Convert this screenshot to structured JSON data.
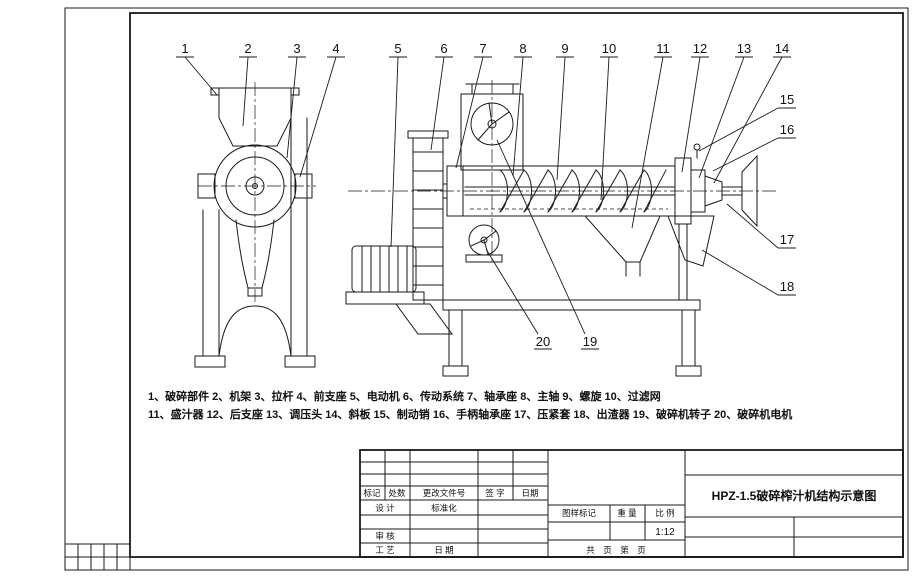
{
  "callouts": [
    "1",
    "2",
    "3",
    "4",
    "5",
    "6",
    "7",
    "8",
    "9",
    "10",
    "11",
    "12",
    "13",
    "14",
    "15",
    "16",
    "17",
    "18",
    "19",
    "20"
  ],
  "parts_list": {
    "line1": "1、破碎部件  2、机架  3、拉杆  4、前支座  5、电动机  6、传动系统  7、轴承座  8、主轴  9、螺旋  10、过滤网",
    "line2": "11、盛汁器  12、后支座  13、调压头  14、斜板  15、制动销  16、手柄轴承座  17、压紧套  18、出渣器  19、破碎机转子  20、破碎机电机"
  },
  "title_block": {
    "title": "HPZ-1.5破碎榨汁机结构示意图",
    "rev_mark": "标记",
    "rev_count": "处数",
    "rev_doc": "更改文件号",
    "rev_sign": "签 字",
    "rev_date": "日期",
    "role_design": "设 计",
    "role_standard": "标准化",
    "role_review": "审 核",
    "role_process": "工 艺",
    "role_date": "日 期",
    "stamp_mark": "图样标记",
    "stamp_weight": "重 量",
    "stamp_scale": "比 例",
    "scale_value": "1:12",
    "sheet_info": "共　页　第　页"
  },
  "colors": {
    "line": "#1a1a1a",
    "background": "#ffffff"
  }
}
